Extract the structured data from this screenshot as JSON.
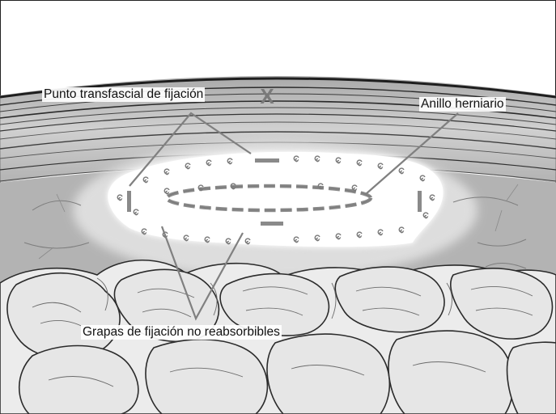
{
  "figure": {
    "labels": {
      "transfascial": "Punto transfascial de fijación",
      "anillo": "Anillo herniario",
      "grapas": "Grapas de fijación  no reabsorbibles"
    },
    "marker_x": "X",
    "colors": {
      "leader": "#808080",
      "suture": "#8a8a8a",
      "tack": "#7a7a7a",
      "tissue": "#c2c2c2",
      "line_art": "#333333"
    }
  }
}
